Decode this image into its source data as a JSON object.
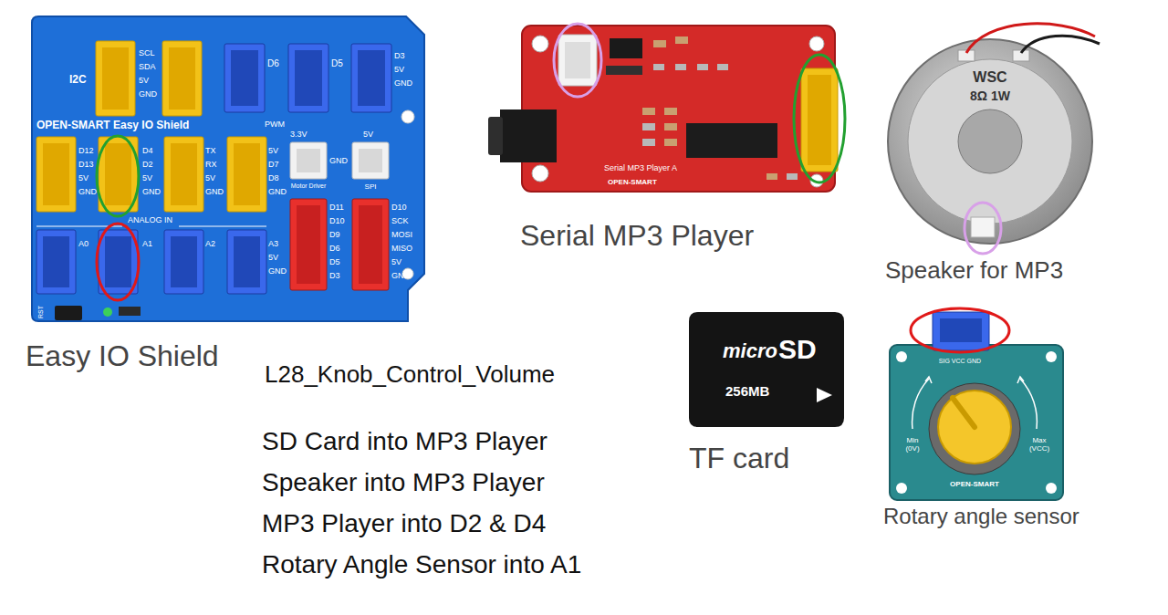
{
  "diagram": {
    "title": "L28_Knob_Control_Volume",
    "labels": [
      "I2C",
      "SCL",
      "SDA",
      "5V",
      "GND",
      "D6",
      "D5",
      "D3",
      "5V",
      "GND",
      "OPEN-SMART Easy IO Shield",
      "PWM",
      "3.3V",
      "5V",
      "D12",
      "D13",
      "5V",
      "GND",
      "D4",
      "D2",
      "5V",
      "GND",
      "TX",
      "RX",
      "5V",
      "GND",
      "5V",
      "D7",
      "D8",
      "GND",
      "GND",
      "Motor Driver",
      "SPI",
      "D11",
      "D10",
      "D9",
      "D6",
      "D5",
      "D3",
      "D10",
      "SCK",
      "MOSI",
      "MISO",
      "5V",
      "GND",
      "ANALOG IN",
      "A0",
      "A1",
      "A2",
      "A3",
      "5V",
      "GND",
      "RST",
      "Easy IO Shield",
      "Serial MP3 Player A",
      "OPEN-SMART",
      "Serial MP3 Player",
      "WSC",
      "8Ω 1W",
      "Speaker for MP3",
      "micro",
      "SD",
      "256MB",
      "TF card",
      "SIG VCC GND",
      "Min (0V)",
      "Max (VCC)",
      "OPEN-SMART",
      "Rotary angle sensor",
      "SD Card into MP3 Player",
      "Speaker into MP3 Player",
      "MP3 Player into D2 & D4",
      "Rotary Angle Sensor into A1"
    ]
  }
}
